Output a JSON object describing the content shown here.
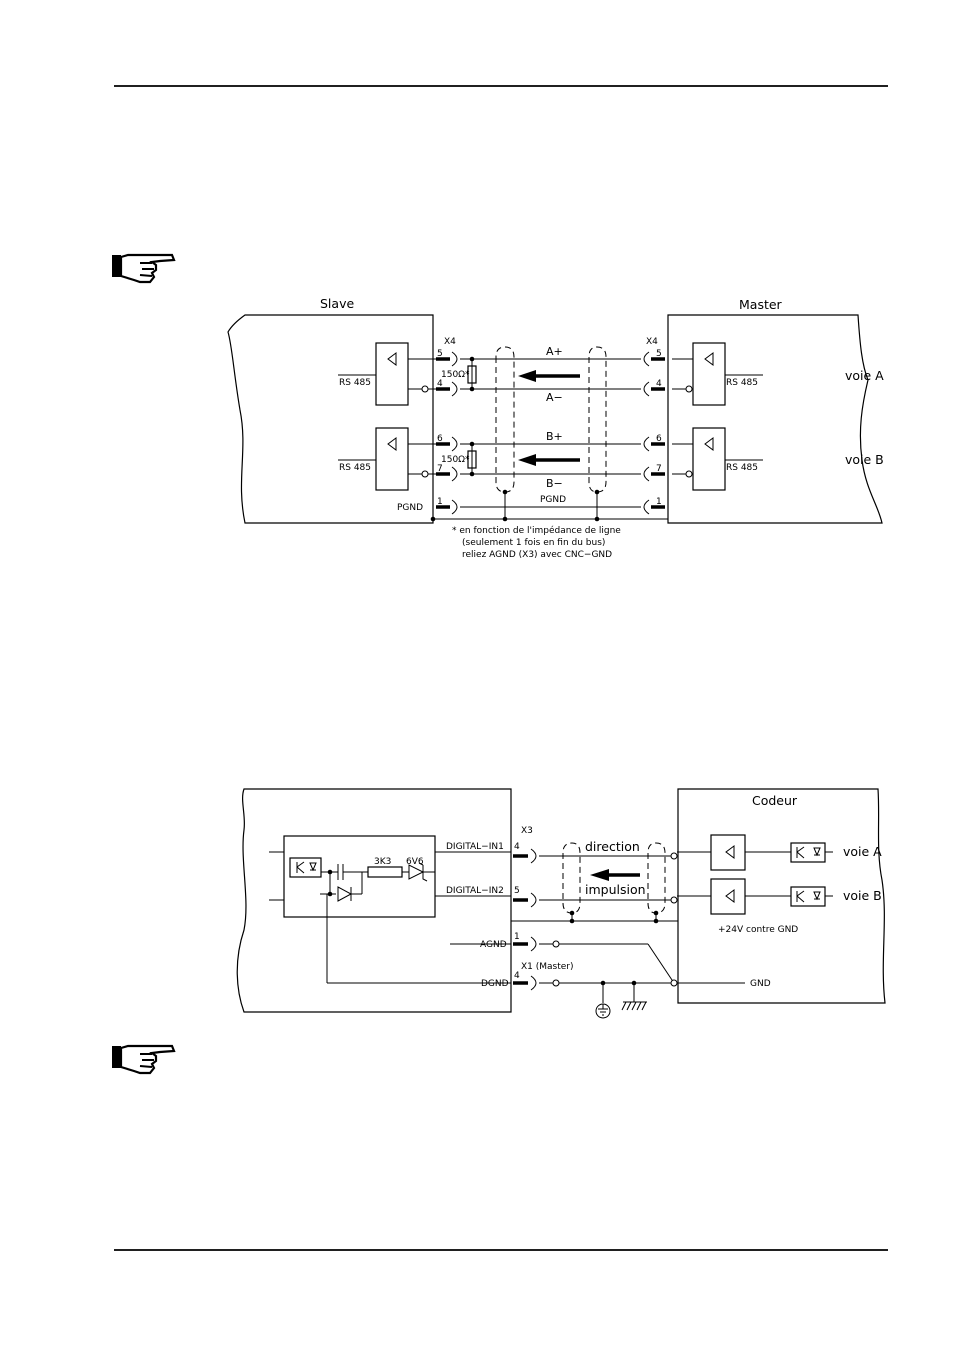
{
  "diagram1": {
    "slave_label": "Slave",
    "master_label": "Master",
    "x4_left": "X4",
    "x4_right": "X4",
    "rs485_1": "RS 485",
    "rs485_2": "RS 485",
    "rs485_3": "RS 485",
    "rs485_4": "RS 485",
    "pin5_l": "5",
    "pin4_l": "4",
    "pin6_l": "6",
    "pin7_l": "7",
    "pin1_l": "1",
    "pin5_r": "5",
    "pin4_r": "4",
    "pin6_r": "6",
    "pin7_r": "7",
    "pin1_r": "1",
    "res1": "150Ω*",
    "res2": "150Ω*",
    "a_plus": "A+",
    "a_minus": "A−",
    "b_plus": "B+",
    "b_minus": "B−",
    "pgnd_left": "PGND",
    "pgnd_mid": "PGND",
    "voie_a": "voie  A",
    "voie_b": "voie  B",
    "note1": "* en fonction de l'impédance de ligne",
    "note2": "(seulement 1 fois en fin du bus)",
    "note3": "reliez AGND (X3) avec CNC−GND"
  },
  "diagram2": {
    "codeur_label": "Codeur",
    "x3": "X3",
    "digital_in1": "DIGITAL−IN1",
    "digital_in2": "DIGITAL−IN2",
    "pin4a": "4",
    "pin5": "5",
    "pin1": "1",
    "pin4b": "4",
    "direction": "direction",
    "impulsion": "impulsion",
    "r3k3": "3K3",
    "z6v6": "6V6",
    "agnd": "AGND",
    "dgnd": "DGND",
    "x1_master": "X1  (Master)",
    "voie_a": "voie  A",
    "voie_b": "voie  B",
    "plus24": "+24V contre GND",
    "gnd": "GND"
  }
}
